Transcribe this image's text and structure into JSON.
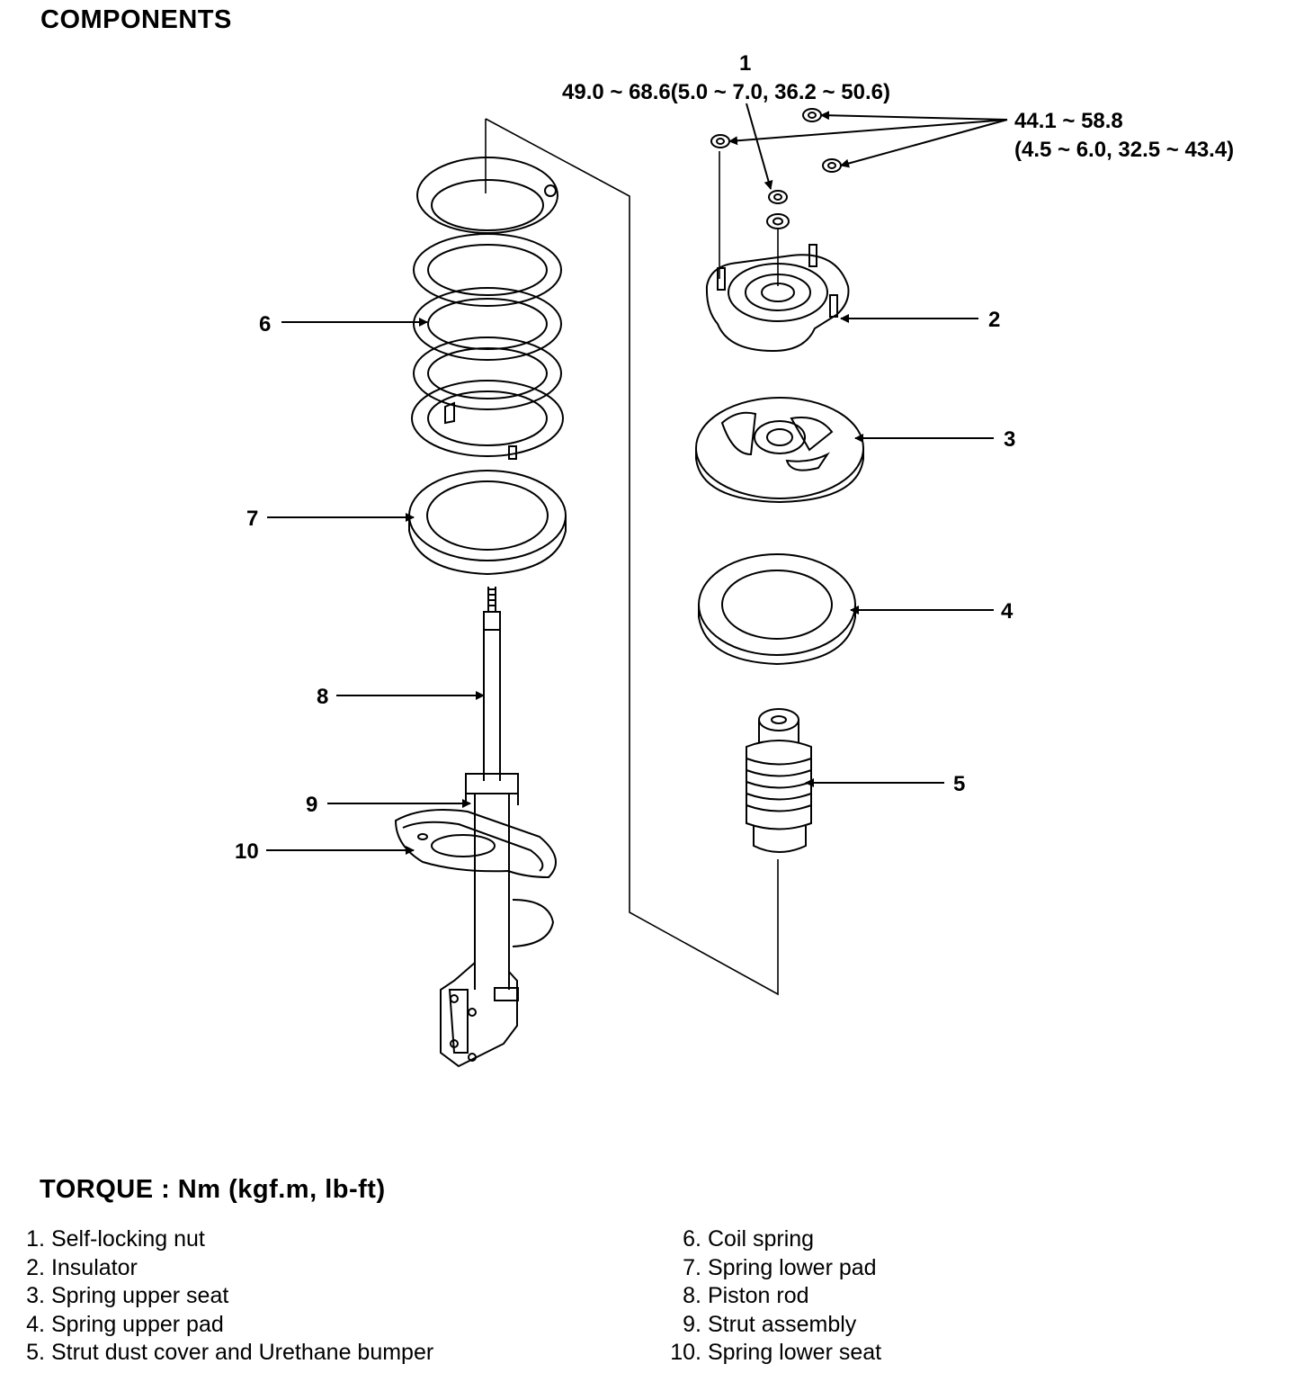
{
  "title": "COMPONENTS",
  "torque_heading": "TORQUE : Nm (kgf.m, lb-ft)",
  "callouts": {
    "c1": "1",
    "c1_torque": "49.0 ~ 68.6(5.0 ~ 7.0, 36.2 ~ 50.6)",
    "nuts_torque_line1": "44.1 ~ 58.8",
    "nuts_torque_line2": "(4.5 ~ 6.0, 32.5 ~ 43.4)",
    "c2": "2",
    "c3": "3",
    "c4": "4",
    "c5": "5",
    "c6": "6",
    "c7": "7",
    "c8": "8",
    "c9": "9",
    "c10": "10"
  },
  "legend": [
    {
      "num": "1.",
      "label": "Self-locking nut"
    },
    {
      "num": "2.",
      "label": "Insulator"
    },
    {
      "num": "3.",
      "label": "Spring upper seat"
    },
    {
      "num": "4.",
      "label": "Spring upper pad"
    },
    {
      "num": "5.",
      "label": "Strut dust cover and Urethane bumper"
    },
    {
      "num": "6.",
      "label": "Coil spring"
    },
    {
      "num": "7.",
      "label": "Spring lower pad"
    },
    {
      "num": "8.",
      "label": "Piston rod"
    },
    {
      "num": "9.",
      "label": "Strut assembly"
    },
    {
      "num": "10.",
      "label": "Spring lower seat"
    }
  ]
}
